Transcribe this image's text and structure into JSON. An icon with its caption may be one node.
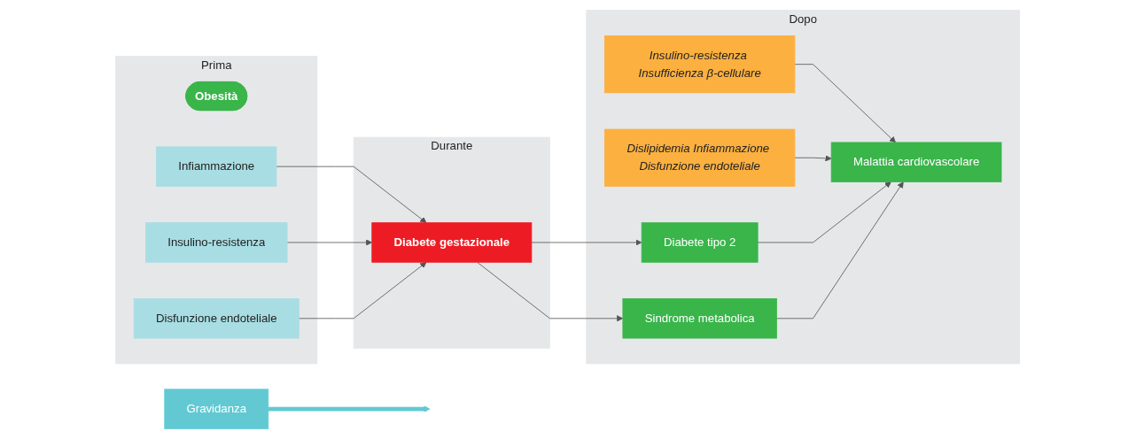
{
  "diagram": {
    "nodes": [
      {
        "text": [
          "Gravidanza"
        ]
      },
      {
        "text": [
          "Prima"
        ]
      },
      {
        "text": [
          "Obesità"
        ],
        "in": 1
      },
      {
        "text": [
          "Infiammazione"
        ],
        "in": 1
      },
      {
        "text": [
          "Insulino-resistenza"
        ],
        "in": 1
      },
      {
        "text": [
          "Disfunzione endoteliale"
        ],
        "in": 1
      },
      {
        "text": [
          "Durante"
        ]
      },
      {
        "text": [
          "Diabete gestazionale"
        ],
        "in": 6
      },
      {
        "text": [
          "Dopo"
        ]
      },
      {
        "text": [
          "Insulino-resistenza Insufficienza β-cellulare"
        ],
        "in": 8
      },
      {
        "text": [
          "Dislipidemia Infiammazione Disfunzione endoteliale"
        ],
        "in": 8
      },
      {
        "text": [
          "Diabete tipo 2"
        ],
        "in": 8
      },
      {
        "text": [
          "Malattia cardiovascolare"
        ],
        "in": 8
      },
      {
        "text": [
          "Sindrome metabolica"
        ],
        "in": 8
      }
    ],
    "edges": [
      {
        "from": 0,
        "to": null,
        "arrow": "to",
        "style": "thick",
        "color": "#62c9d3"
      },
      {
        "from": 3,
        "to": 7,
        "arrow": "to"
      },
      {
        "from": 4,
        "to": 7,
        "arrow": "to"
      },
      {
        "from": 5,
        "to": 7,
        "arrow": "to"
      },
      {
        "from": 7,
        "to": 11,
        "arrow": "to"
      },
      {
        "from": 7,
        "to": 13,
        "arrow": "to"
      },
      {
        "from": 9,
        "to": 12,
        "arrow": "to"
      },
      {
        "from": 10,
        "to": 12,
        "arrow": "to"
      },
      {
        "from": 11,
        "to": 12,
        "arrow": "to"
      },
      {
        "from": 13,
        "to": 12,
        "arrow": "to"
      }
    ]
  }
}
